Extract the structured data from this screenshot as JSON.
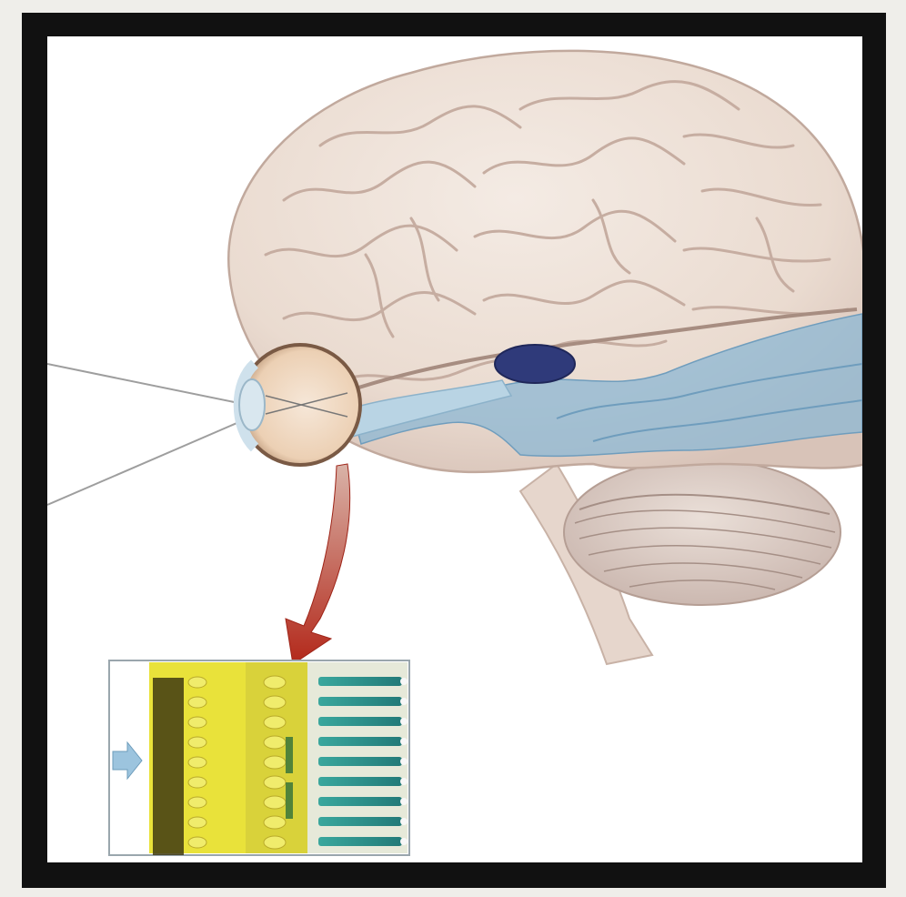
{
  "image": {
    "subject": "brain-vision-illustration",
    "colors": {
      "background": "#efeeea",
      "frame": "#111111",
      "canvas": "#ffffff",
      "brain_tissue": "#efe2d8",
      "sulci": "#c9b2a6",
      "visual_pathway": "#8fb8d3",
      "lateral_geniculate": "#2f3a7a",
      "arrow": "#b8321e",
      "retina_panel_yellow": "#e9e23a",
      "retina_panel_teal": "#2f8f8a",
      "input_arrow": "#9cc4de"
    },
    "elements": [
      "frame",
      "brain",
      "cerebellum",
      "brainstem",
      "eye",
      "light-rays",
      "optic-nerve",
      "visual-pathway",
      "lateral-geniculate-nucleus",
      "arrow",
      "retina-inset"
    ]
  }
}
